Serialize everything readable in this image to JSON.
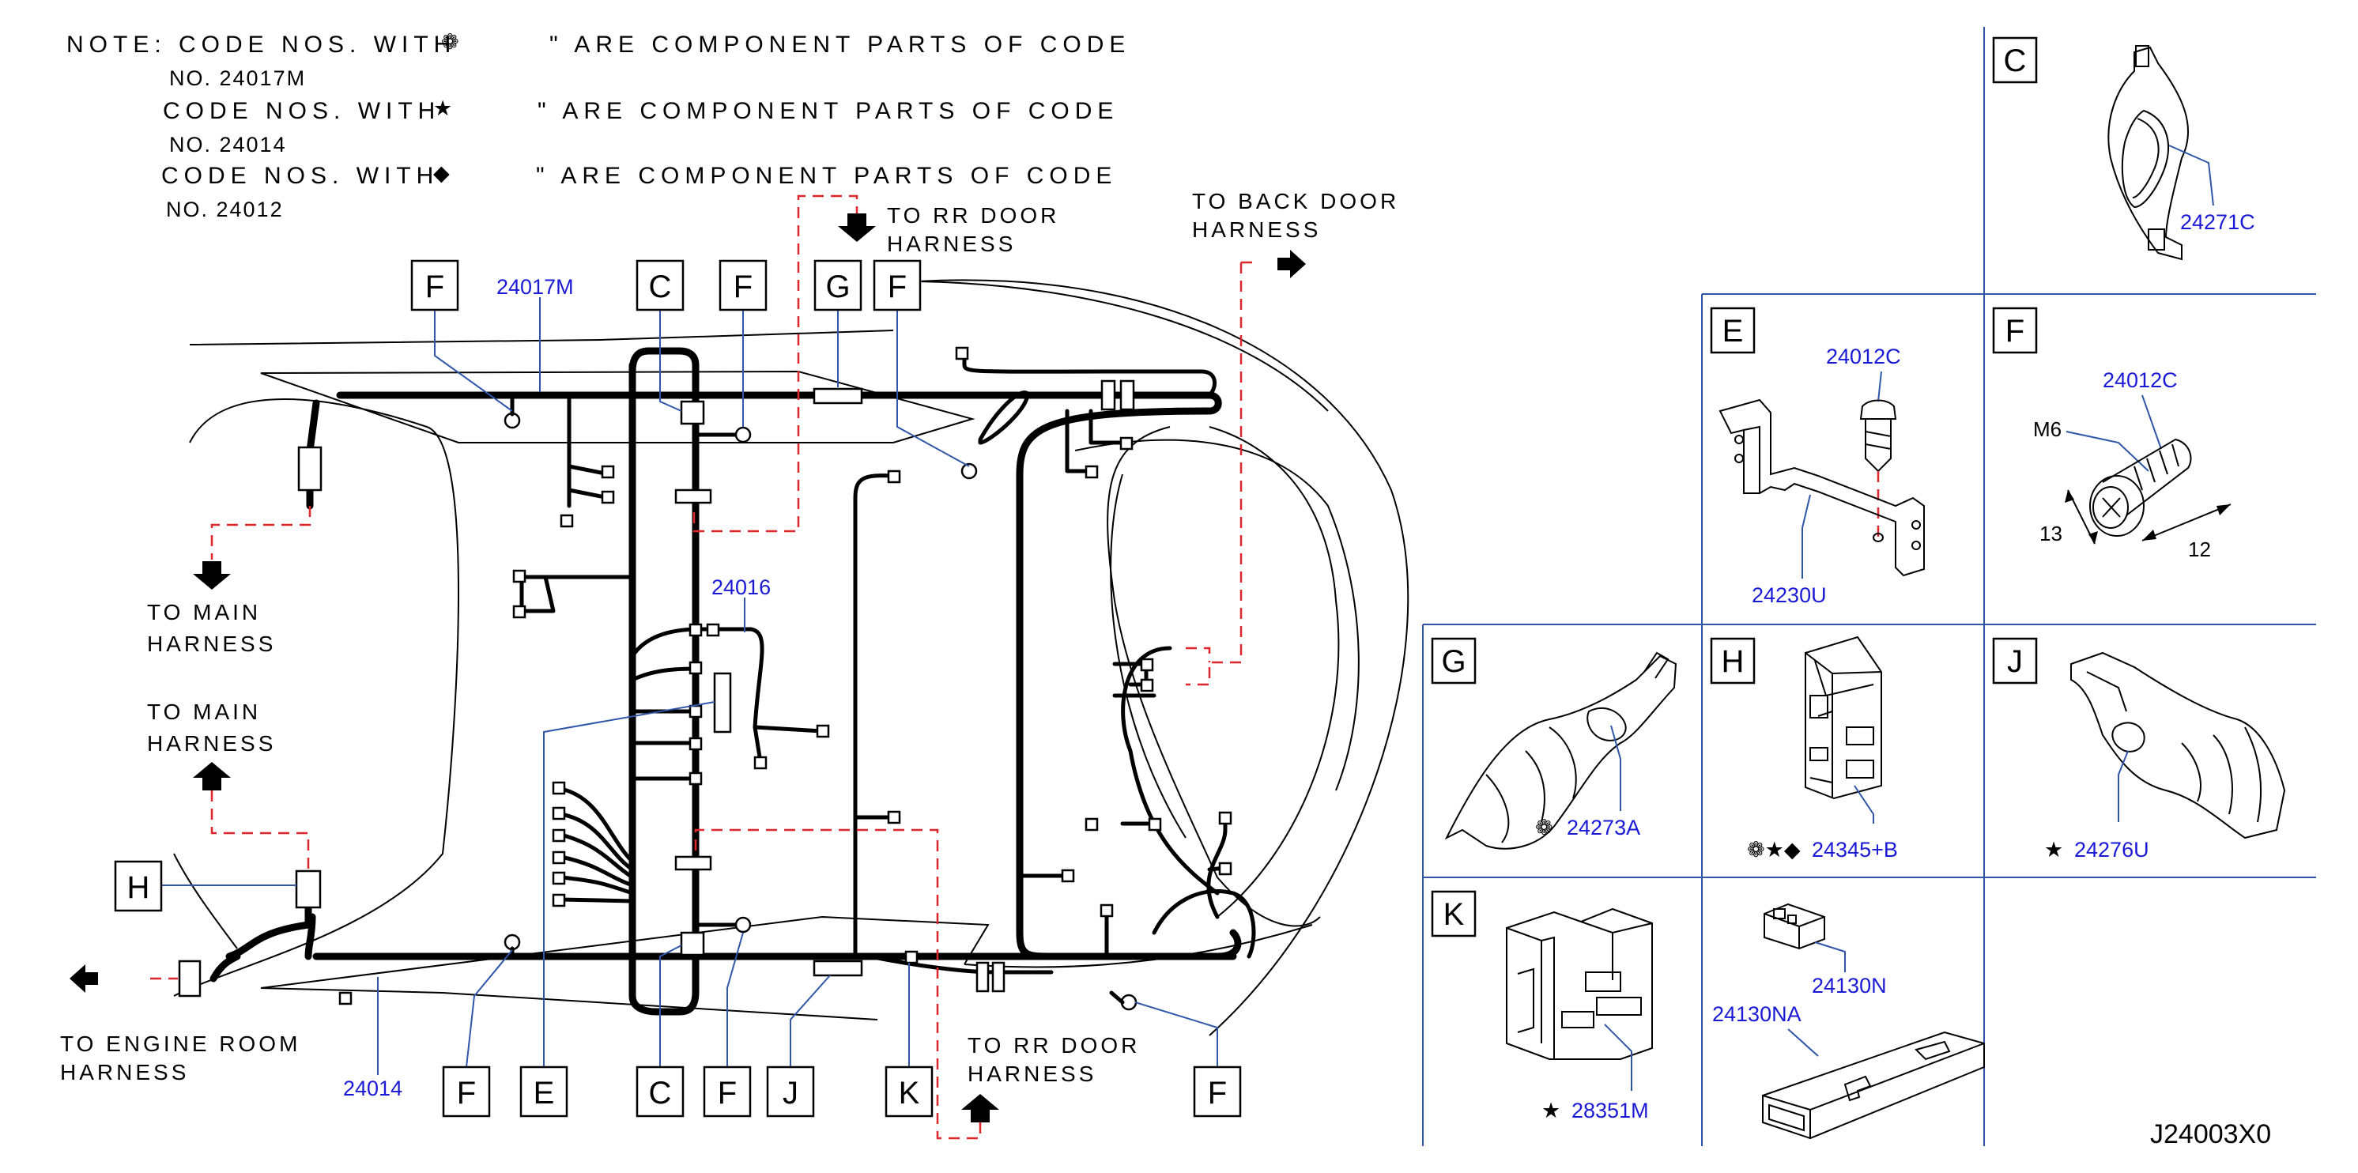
{
  "notes": [
    {
      "prefix": "NOTE:  CODE  NOS.  WITH",
      "symbol": "❁",
      "suffix": "\"  ARE  COMPONENT  PARTS  OF  CODE",
      "code": "NO.  24017M"
    },
    {
      "prefix": "CODE  NOS.  WITH",
      "symbol": "★",
      "suffix": "\"  ARE  COMPONENT  PARTS  OF  CODE",
      "code": "NO.  24014"
    },
    {
      "prefix": "CODE  NOS.  WITH",
      "symbol": "◆",
      "suffix": "\"  ARE  COMPONENT  PARTS  OF  CODE",
      "code": "NO.  24012"
    }
  ],
  "captions": {
    "rr_door_top": [
      "TO  RR  DOOR",
      "HARNESS"
    ],
    "back_door": [
      "TO  BACK  DOOR",
      "HARNESS"
    ],
    "main_1": [
      "TO  MAIN",
      "HARNESS"
    ],
    "main_2": [
      "TO  MAIN",
      "HARNESS"
    ],
    "engine_room": [
      "TO  ENGINE  ROOM",
      "HARNESS"
    ],
    "rr_door_bottom": [
      "TO  RR  DOOR",
      "HARNESS"
    ]
  },
  "parts": {
    "p24017M": "24017M",
    "p24016": "24016",
    "p24014": "24014",
    "p24271C": "24271C",
    "p24012C_E": "24012C",
    "p24230U": "24230U",
    "p24012C_F": "24012C",
    "p24273A": "24273A",
    "p24345B": "24345+B",
    "p24276U": "24276U",
    "p28351M": "28351M",
    "p24130N": "24130N",
    "p24130NA": "24130NA"
  },
  "part_symbols": {
    "p24273A": "❁",
    "p24345B": "❁★◆",
    "p24276U": "★",
    "p28351M": "★"
  },
  "callouts": {
    "top": [
      "F",
      "C",
      "F",
      "G",
      "F"
    ],
    "left_h": "H",
    "bottom": [
      "F",
      "E",
      "C",
      "F",
      "J",
      "K",
      "F"
    ]
  },
  "details": {
    "C": "C",
    "E": "E",
    "F": "F",
    "G": "G",
    "H": "H",
    "J": "J",
    "K": "K"
  },
  "dimensions": {
    "thread": "M6",
    "width": "13",
    "length": "12"
  },
  "reference": "J24003X0",
  "colors": {
    "leader": "#2f56a8",
    "part_number": "#1a1ad6",
    "dashed_route": "#e0262b"
  }
}
